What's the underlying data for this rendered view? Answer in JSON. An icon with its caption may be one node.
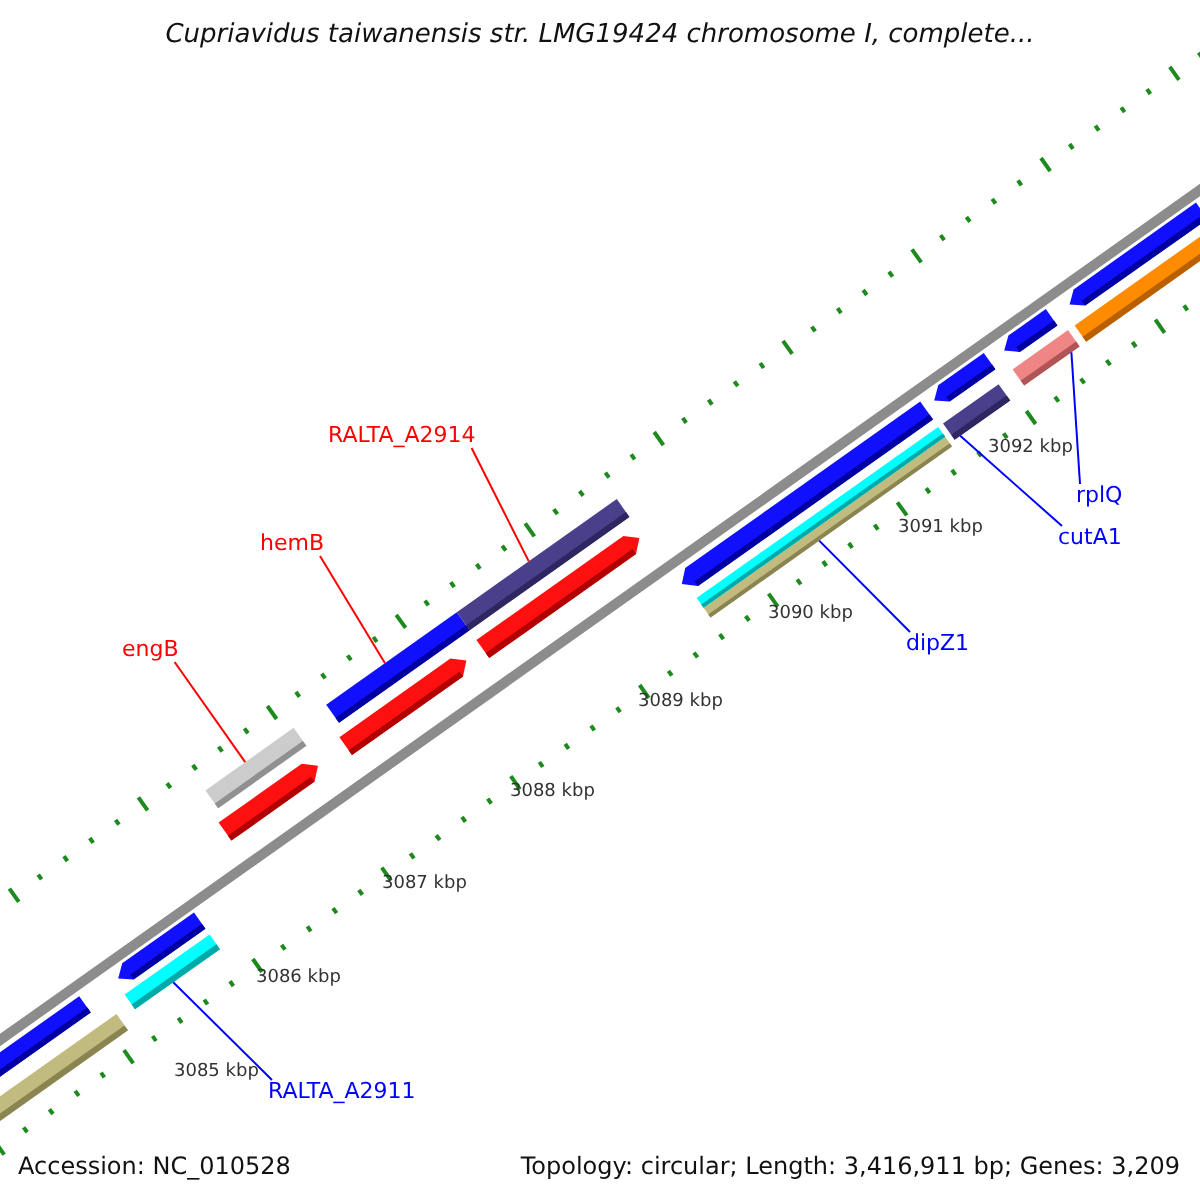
{
  "diagram": {
    "title": "Cupriavidus taiwanensis str. LMG19424 chromosome I, complete...",
    "nodes": [
      {
        "text": [
          "engB"
        ]
      },
      {
        "text": [],
        "shape": "bar"
      },
      {
        "text": [
          "hemB"
        ]
      },
      {
        "text": [],
        "shape": "bar"
      },
      {
        "text": [
          "RALTA_A2914"
        ]
      },
      {
        "text": [],
        "shape": "bar"
      },
      {
        "text": [
          "rplQ"
        ]
      },
      {
        "text": [],
        "shape": "bar"
      },
      {
        "text": [
          "cutA1"
        ]
      },
      {
        "text": [],
        "shape": "bar"
      },
      {
        "text": [
          "dipZ1"
        ]
      },
      {
        "text": [],
        "shape": "bar"
      },
      {
        "text": [
          "RALTA_A2911"
        ]
      },
      {
        "text": [],
        "shape": "bar"
      },
      {
        "text": [],
        "shape": "arrow"
      },
      {
        "text": [],
        "shape": "arrow"
      },
      {
        "text": [],
        "shape": "arrow"
      },
      {
        "text": [],
        "shape": "arrow"
      },
      {
        "text": [],
        "shape": "bar"
      },
      {
        "text": [],
        "shape": "arrow"
      },
      {
        "text": [],
        "shape": "arrow"
      },
      {
        "text": [],
        "shape": "arrow"
      },
      {
        "text": [],
        "shape": "bar"
      },
      {
        "text": [],
        "shape": "bar"
      },
      {
        "text": [],
        "shape": "bar"
      },
      {
        "text": [],
        "shape": "arrow"
      }
    ],
    "edges": [
      {
        "from": 0,
        "to": 1,
        "arrow": "none",
        "color": "#ff0000"
      },
      {
        "from": 2,
        "to": 3,
        "arrow": "none",
        "color": "#ff0000"
      },
      {
        "from": 4,
        "to": 5,
        "arrow": "none",
        "color": "#ff0000"
      },
      {
        "from": 6,
        "to": 7,
        "arrow": "none"
      },
      {
        "from": 8,
        "to": 9,
        "arrow": "none"
      },
      {
        "from": 10,
        "to": 11,
        "arrow": "none"
      },
      {
        "from": 12,
        "to": 13,
        "arrow": "none"
      }
    ],
    "labels": [
      "3085 kbp",
      "3086 kbp",
      "3087 kbp",
      "3088 kbp",
      "3089 kbp",
      "3090 kbp",
      "3091 kbp",
      "3092 kbp",
      "Accession: NC_010528",
      "Topology: circular; Length: 3,416,911 bp; Genes: 3,209"
    ]
  }
}
